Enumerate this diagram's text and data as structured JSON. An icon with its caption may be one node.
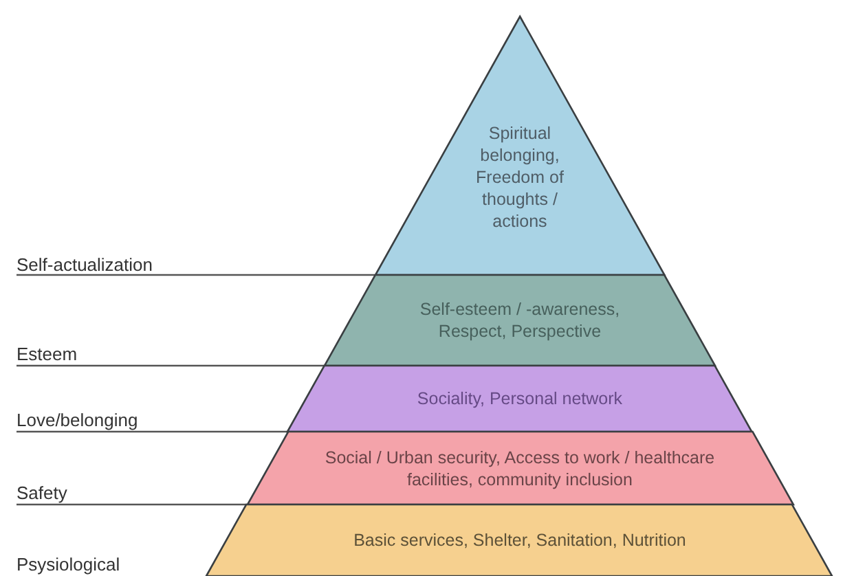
{
  "diagram": {
    "nodes": [
      {
        "text": [
          "Spiritual belonging, Freedom of thoughts / actions"
        ]
      },
      {
        "text": [
          "Self-esteem / -awareness, Respect, Perspective"
        ]
      },
      {
        "text": [
          "Sociality, Personal network"
        ]
      },
      {
        "text": [
          "Social / Urban security, Access to work / healthcare facilities, community inclusion"
        ]
      },
      {
        "text": [
          "Basic services, Shelter, Sanitation, Nutrition"
        ]
      },
      {
        "text": [
          "Self-actualization"
        ]
      },
      {
        "text": [
          "Esteem"
        ]
      },
      {
        "text": [
          "Love/belonging"
        ]
      },
      {
        "text": [
          "Safety"
        ]
      },
      {
        "text": [
          "Psysiological"
        ]
      }
    ],
    "edges": [
      {
        "from": 5,
        "to": 0,
        "arrow": "none"
      },
      {
        "from": 6,
        "to": 1,
        "arrow": "none"
      },
      {
        "from": 7,
        "to": 2,
        "arrow": "none"
      },
      {
        "from": 8,
        "to": 3,
        "arrow": "none"
      }
    ]
  }
}
